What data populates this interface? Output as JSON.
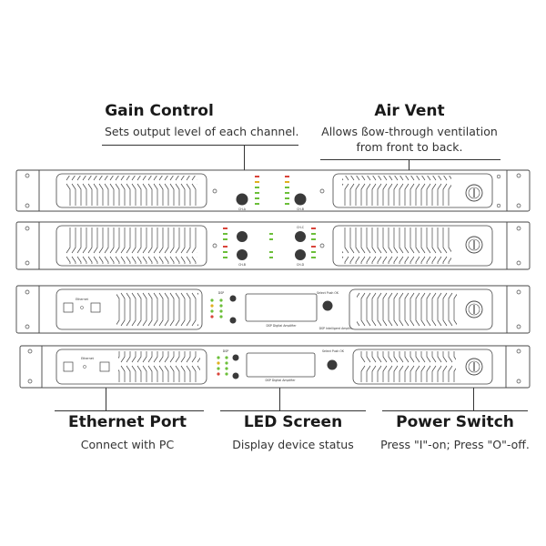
{
  "callouts": {
    "gain_control": {
      "title": "Gain Control",
      "desc": "Sets output level of each channel."
    },
    "air_vent": {
      "title": "Air Vent",
      "desc_line1": "Allows ßow-through ventilation",
      "desc_line2": "from front to back."
    },
    "ethernet_port": {
      "title": "Ethernet Port",
      "desc": "Connect with PC"
    },
    "led_screen": {
      "title": "LED Screen",
      "desc": "Display device status"
    },
    "power_switch": {
      "title": "Power Switch",
      "desc": "Press \"I\"-on; Press \"O\"-off."
    }
  },
  "panel_labels": {
    "ch_a": "CH-A",
    "ch_b": "CH-B",
    "ch_c": "CH-C",
    "ch_d": "CH-D",
    "ethernet": "Ethernet",
    "dsp": "DSP",
    "screen_caption_1": "DSP Digital Amplifier",
    "screen_caption_2": "DSP Intelligent Amplifier",
    "knob_caption_1": "Select Push OK",
    "knob_caption_2": "Select Push OK"
  },
  "colors": {
    "outline": "#444444",
    "led_green": "#6cbf3a",
    "led_red": "#d9443a",
    "led_yellow": "#e0b020",
    "knob": "#3a3a3a"
  }
}
